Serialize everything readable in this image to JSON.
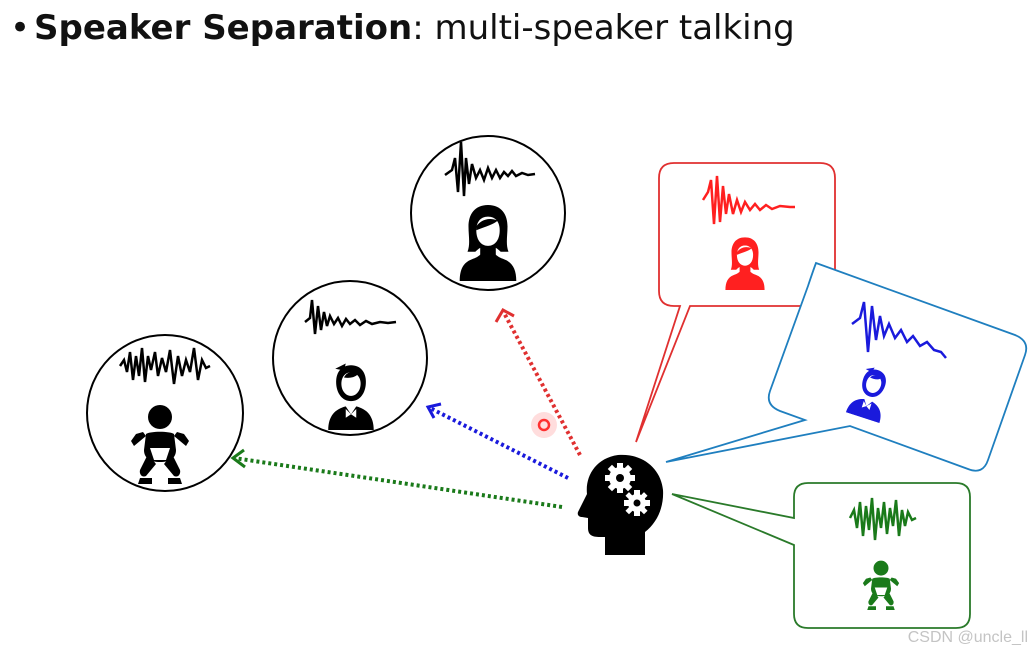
{
  "title": {
    "bullet": "•",
    "bold_text": "Speaker Separation",
    "rest_text": ": multi-speaker talking"
  },
  "watermark": "CSDN @uncle_ll",
  "colors": {
    "woman": "#ff2020",
    "man": "#1a1adc",
    "baby": "#1a7a1a",
    "woman_bubble": "#e03030",
    "man_bubble": "#1f7fbf",
    "baby_bubble": "#2a7a2a",
    "ink": "#000000",
    "cursor": "#ff4040"
  },
  "icons": {
    "listener": "head-with-gears-icon",
    "woman": "woman-avatar-icon",
    "man": "man-avatar-icon",
    "baby": "baby-icon",
    "waveform": "waveform-icon"
  }
}
